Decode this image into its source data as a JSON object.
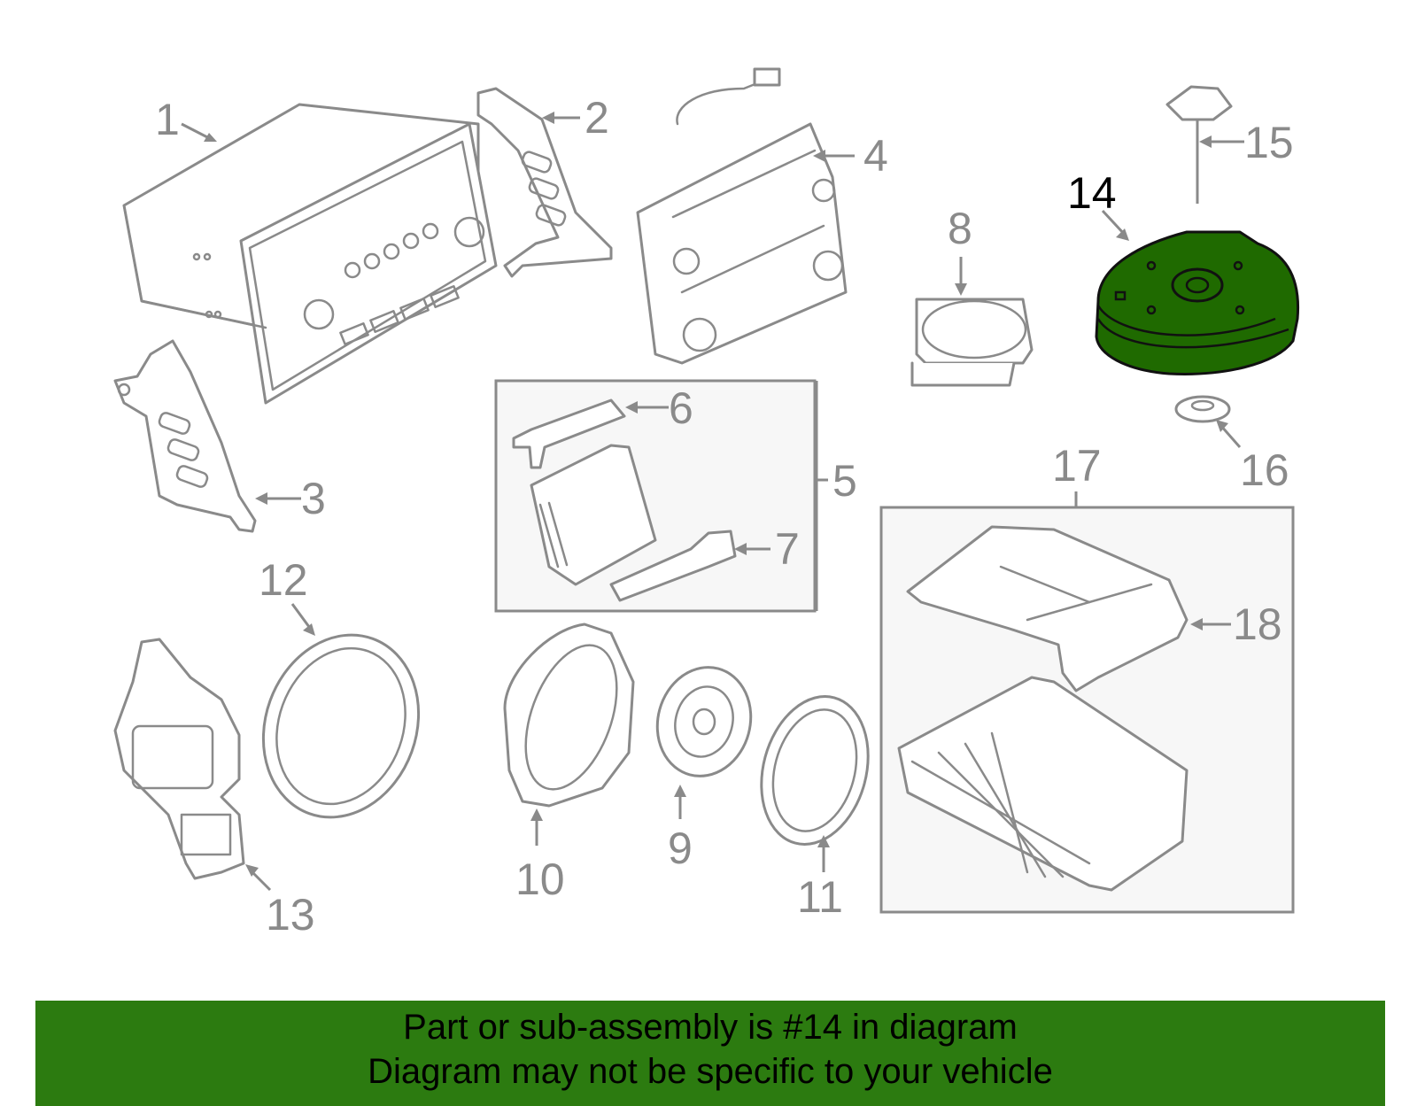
{
  "diagram": {
    "highlight_color": "#1f6a00",
    "callouts": {
      "c1": "1",
      "c2": "2",
      "c3": "3",
      "c4": "4",
      "c5": "5",
      "c6": "6",
      "c7": "7",
      "c8": "8",
      "c9": "9",
      "c10": "10",
      "c11": "11",
      "c12": "12",
      "c13": "13",
      "c14": "14",
      "c15": "15",
      "c16": "16",
      "c17": "17",
      "c18": "18"
    }
  },
  "banner": {
    "line1": "Part or sub-assembly is #14 in diagram",
    "line2": "Diagram may not be specific to your vehicle",
    "background_color": "#2c7b10"
  }
}
